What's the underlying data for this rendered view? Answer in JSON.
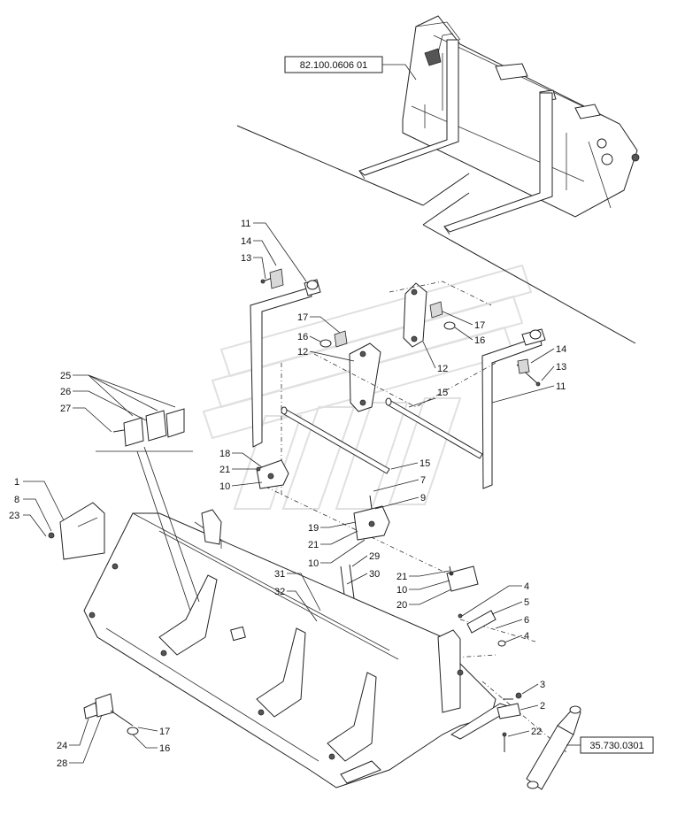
{
  "refs": {
    "top": "82.100.0606 01",
    "cylinder": "35.730.0301"
  },
  "callouts": {
    "c1": "1",
    "c8": "8",
    "c23": "23",
    "c25": "25",
    "c26": "26",
    "c27": "27",
    "c11a": "11",
    "c14a": "14",
    "c13a": "13",
    "c17a": "17",
    "c16a": "16",
    "c12a": "12",
    "c17b": "17",
    "c16b": "16",
    "c12b": "12",
    "c14b": "14",
    "c13b": "13",
    "c11b": "11",
    "c15a": "15",
    "c15b": "15",
    "c18": "18",
    "c21a": "21",
    "c10a": "10",
    "c7": "7",
    "c9": "9",
    "c19": "19",
    "c21b": "21",
    "c10b": "10",
    "c29": "29",
    "c30": "30",
    "c21c": "21",
    "c10c": "10",
    "c20": "20",
    "c31": "31",
    "c32": "32",
    "c4a": "4",
    "c5": "5",
    "c6": "6",
    "c4b": "4",
    "c3": "3",
    "c2": "2",
    "c22": "22",
    "c24": "24",
    "c28": "28",
    "c17c": "17",
    "c16c": "16"
  }
}
